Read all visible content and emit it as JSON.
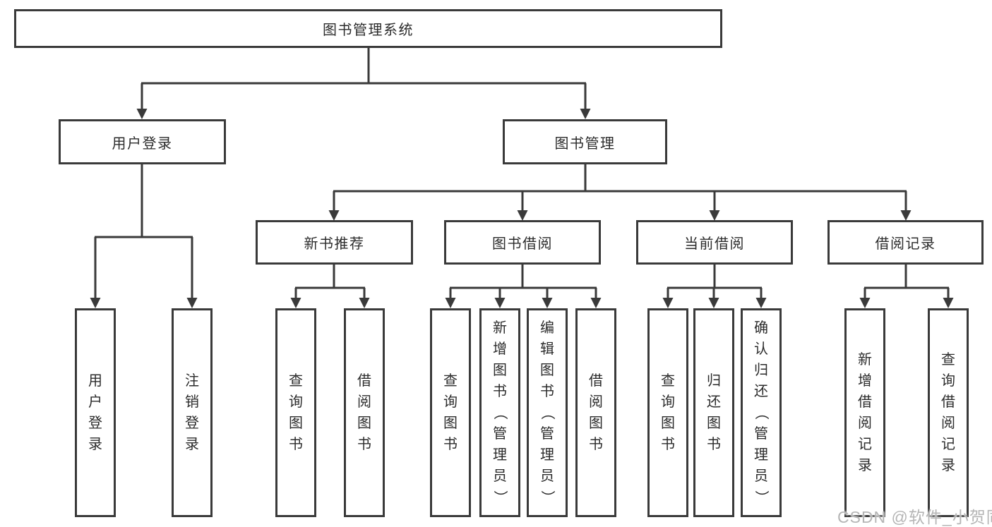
{
  "tree": {
    "root": "图书管理系统",
    "branches": [
      {
        "label": "用户登录",
        "children": [
          "用户登录",
          "注销登录"
        ]
      },
      {
        "label": "图书管理",
        "groups": [
          {
            "label": "新书推荐",
            "children": [
              "查询图书",
              "借阅图书"
            ]
          },
          {
            "label": "图书借阅",
            "children": [
              "查询图书",
              "新增图书（管理员）",
              "编辑图书（管理员）",
              "借阅图书"
            ]
          },
          {
            "label": "当前借阅",
            "children": [
              "查询图书",
              "归还图书",
              "确认归还（管理员）"
            ]
          },
          {
            "label": "借阅记录",
            "children": [
              "新增借阅记录",
              "查询借阅记录"
            ]
          }
        ]
      }
    ]
  },
  "watermark": {
    "text": "CSDN @软件_小贺同学"
  },
  "colors": {
    "line": "#3a3a3a",
    "box_border": "#3a3a3a",
    "text": "#2b2b2b",
    "watermark": "#b5b5b5",
    "background": "#ffffff"
  }
}
